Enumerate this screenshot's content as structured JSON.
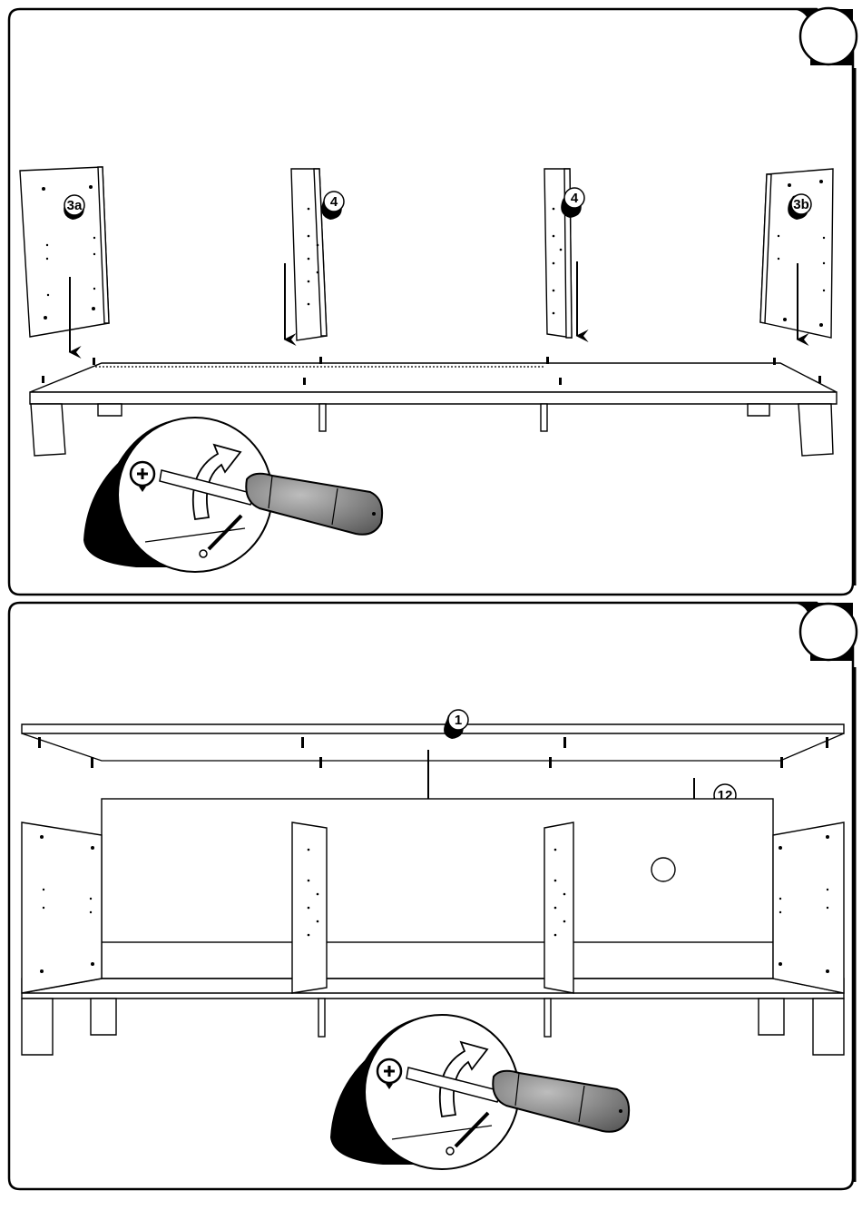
{
  "steps": [
    {
      "step_number": "",
      "parts": [
        {
          "id": "panel-3a",
          "label": "3a"
        },
        {
          "id": "panel-4-left",
          "label": "4"
        },
        {
          "id": "panel-4-right",
          "label": "4"
        },
        {
          "id": "panel-3b",
          "label": "3b"
        }
      ],
      "tool_icon": "phillips-screwdriver-icon",
      "screw_icon": "phillips-screw-icon"
    },
    {
      "step_number": "",
      "parts": [
        {
          "id": "top-panel-1",
          "label": "1"
        },
        {
          "id": "back-panel-12",
          "label": "12"
        }
      ],
      "tool_icon": "phillips-screwdriver-icon",
      "screw_icon": "phillips-screw-icon"
    }
  ],
  "colors": {
    "ink": "#000000",
    "paper": "#ffffff",
    "handle": "#7a7a7a",
    "arrow_fill": "#ffffff"
  }
}
